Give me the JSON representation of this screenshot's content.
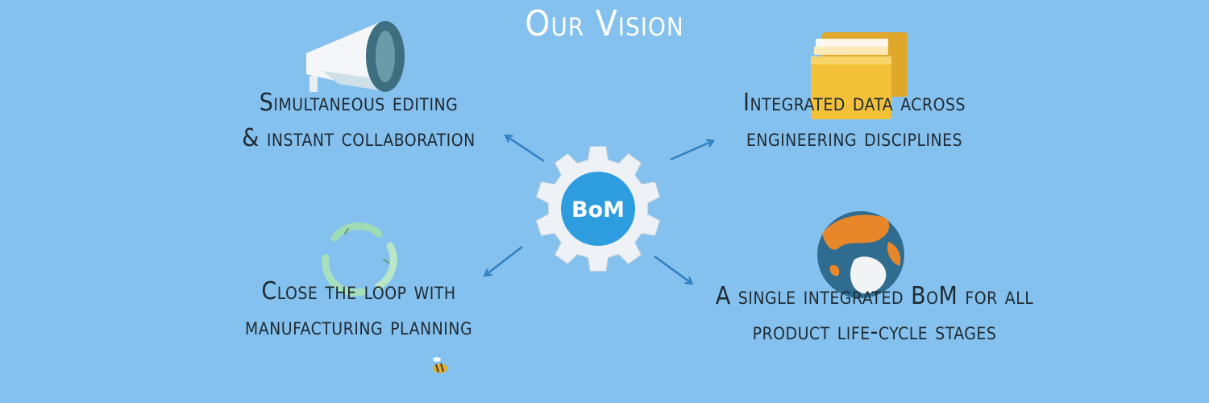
{
  "title": "Our Vision",
  "hub": {
    "label": "BoM"
  },
  "items": [
    {
      "line1": "Simultaneous editing",
      "line2": "& instant collaboration",
      "icon": "megaphone-icon"
    },
    {
      "line1": "Integrated data across",
      "line2": "engineering disciplines",
      "icon": "folder-icon"
    },
    {
      "line1": "Close the loop with",
      "line2": "manufacturing planning",
      "icon": "recycle-icon"
    },
    {
      "line1": "A single integrated BoM for all",
      "line2": "product life-cycle stages",
      "icon": "globe-icon"
    }
  ],
  "colors": {
    "background": "#85c1ee",
    "arrow": "#2f7fc1",
    "gear": "#eef2f6",
    "hub": "#2d9de0",
    "folder": "#f3c138",
    "globe_ocean": "#2f6c8f",
    "globe_land": "#e8862a"
  }
}
